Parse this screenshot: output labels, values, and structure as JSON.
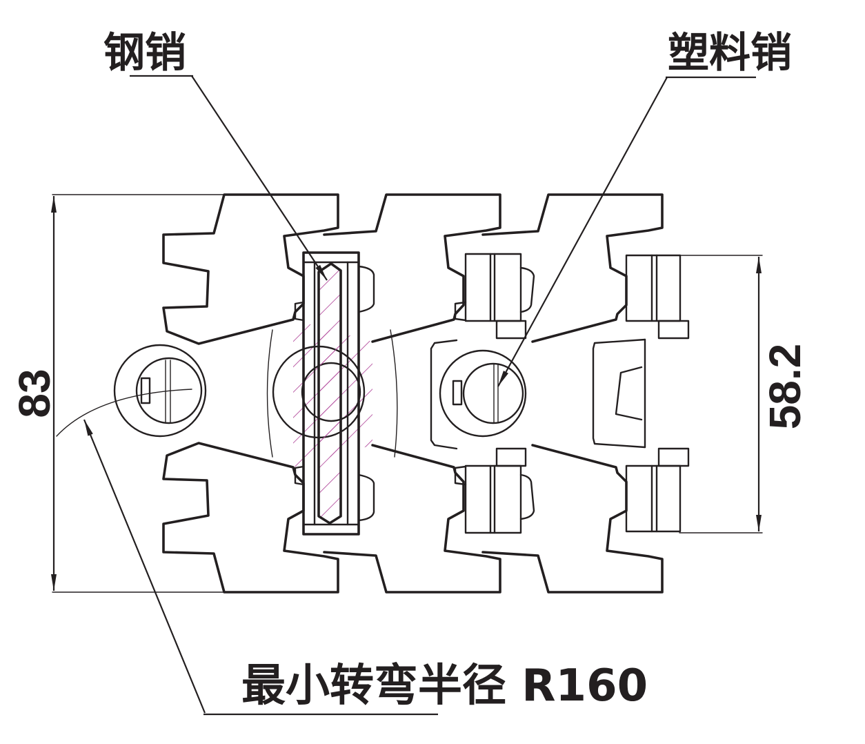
{
  "labels": {
    "steel_pin": "钢销",
    "plastic_pin": "塑料销",
    "min_turn_radius": "最小转弯半径 R160"
  },
  "dimensions": {
    "overall_width": "83",
    "pin_span": "58.2"
  },
  "colors": {
    "line": "#231f20",
    "hatch": "#b5509f"
  }
}
